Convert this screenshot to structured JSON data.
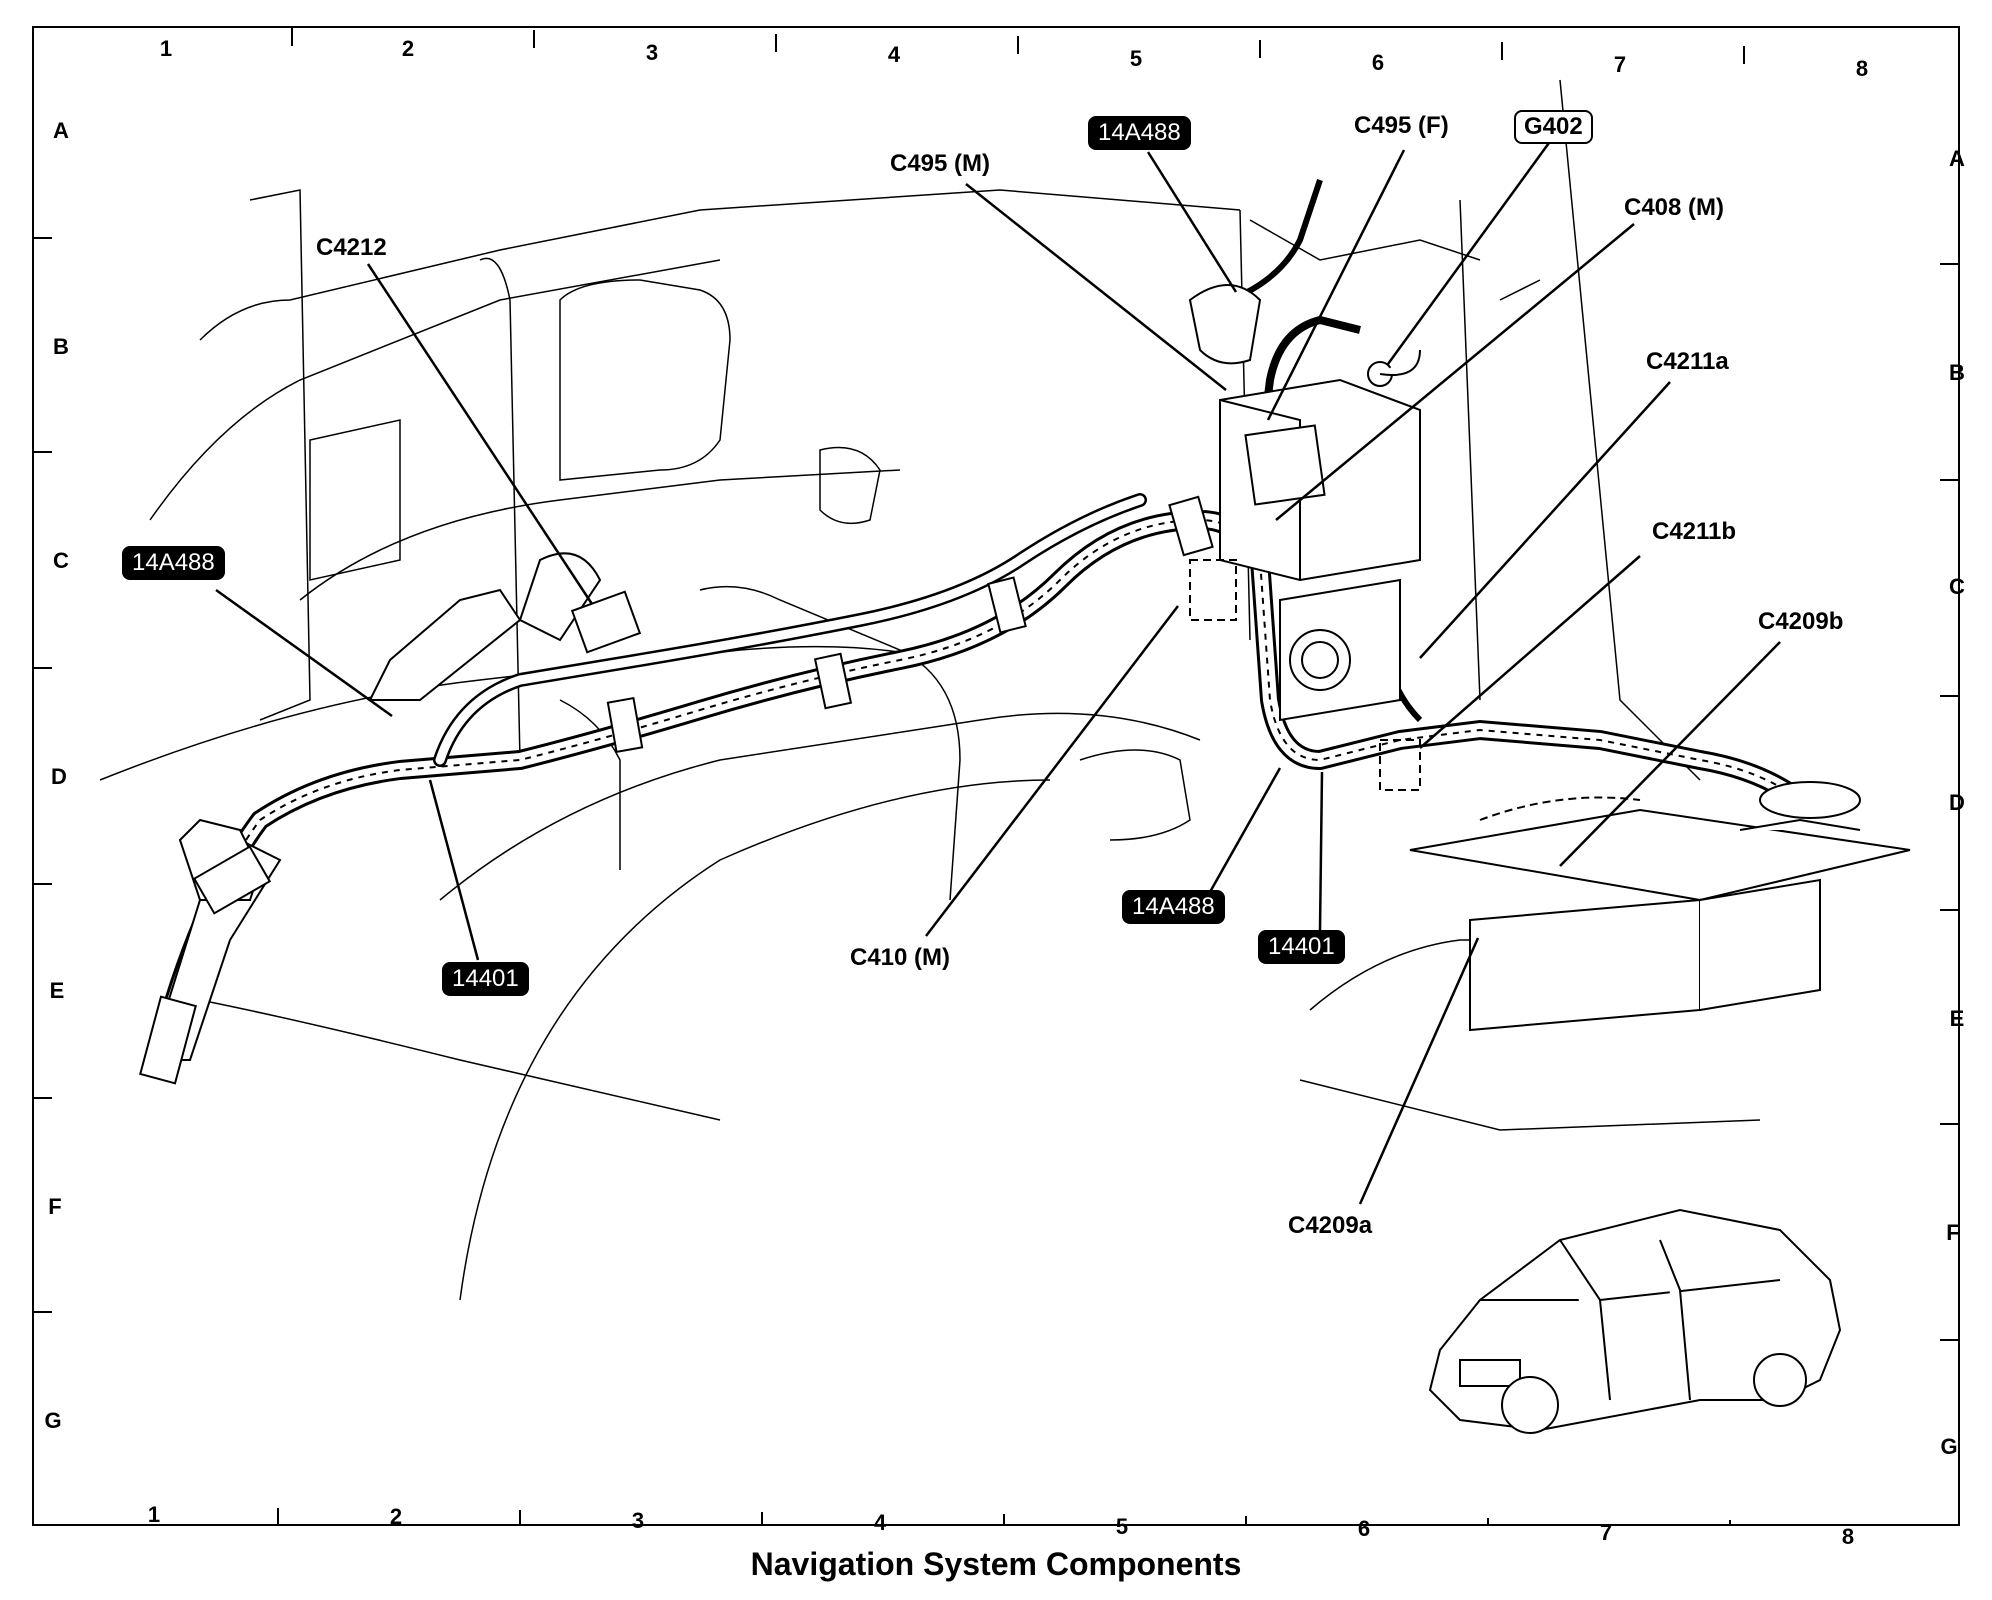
{
  "diagram": {
    "caption": "Navigation System Components",
    "grid": {
      "top_numbers": [
        "1",
        "2",
        "3",
        "4",
        "5",
        "6",
        "7",
        "8"
      ],
      "bottom_numbers": [
        "1",
        "2",
        "3",
        "4",
        "5",
        "6",
        "7",
        "8"
      ],
      "left_rows": [
        "A",
        "B",
        "C",
        "D",
        "E",
        "F",
        "G"
      ],
      "right_rows": [
        "A",
        "B",
        "C",
        "D",
        "E",
        "F",
        "G"
      ]
    },
    "callouts": {
      "c4212": "C4212",
      "c495_m": "C495 (M)",
      "c495_f": "C495 (F)",
      "c408_m": "C408 (M)",
      "c4211a": "C4211a",
      "c4211b": "C4211b",
      "c4209b": "C4209b",
      "c4209a": "C4209a",
      "c410_m": "C410 (M)"
    },
    "tags": {
      "harness_14a488_left": "14A488",
      "harness_14a488_top": "14A488",
      "harness_14a488_mid": "14A488",
      "harness_14401_left": "14401",
      "harness_14401_right": "14401",
      "ground_g402": "G402"
    }
  }
}
